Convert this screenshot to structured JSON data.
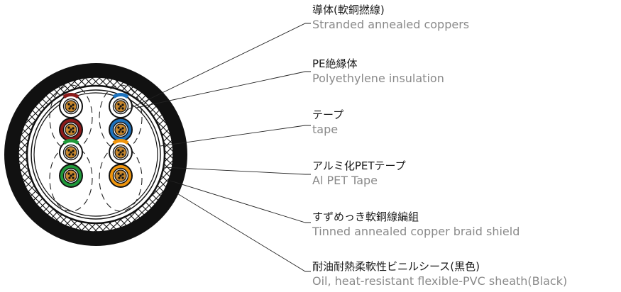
{
  "layers": [
    {
      "key": "conductor",
      "jp": "導体(軟銅撚線)",
      "en": "Stranded annealed coppers"
    },
    {
      "key": "insulation",
      "jp": "PE絶縁体",
      "en": "Polyethylene insulation"
    },
    {
      "key": "tape",
      "jp": "テープ",
      "en": "tape"
    },
    {
      "key": "al-pet-tape",
      "jp": "アルミ化PETテープ",
      "en": "Al PET Tape"
    },
    {
      "key": "braid-shield",
      "jp": "すずめっき軟銅線編組",
      "en": "Tinned annealed copper braid shield"
    },
    {
      "key": "sheath",
      "jp": "耐油耐熱柔軟性ビニルシース(黒色)",
      "en": "Oil, heat-resistant flexible-PVC sheath(Black)"
    }
  ],
  "pair_colors": {
    "blue": "#1e73be",
    "orange": "#f0960e",
    "green": "#1f9a3a",
    "brown": "#8b1a1a",
    "copper": "#c8882e",
    "jacket": "#111111"
  }
}
